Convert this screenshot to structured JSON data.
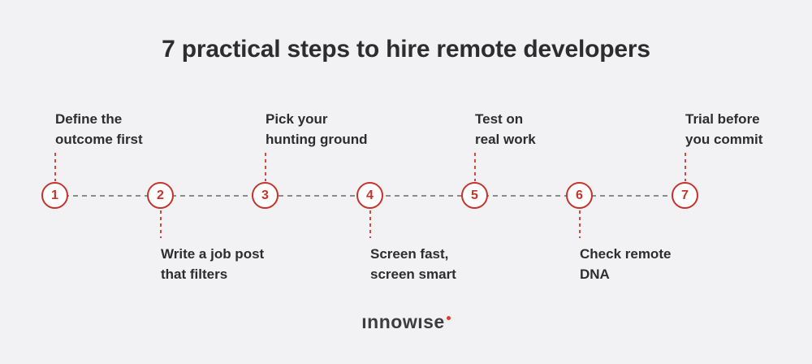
{
  "title": "7 practical steps to hire remote developers",
  "timeline": {
    "steps": [
      {
        "number": "1",
        "line1": "Define the",
        "line2": "outcome first"
      },
      {
        "number": "2",
        "line1": "Write a job post",
        "line2": "that filters"
      },
      {
        "number": "3",
        "line1": "Pick your",
        "line2": "hunting ground"
      },
      {
        "number": "4",
        "line1": "Screen fast,",
        "line2": "screen smart"
      },
      {
        "number": "5",
        "line1": "Test on",
        "line2": "real work"
      },
      {
        "number": "6",
        "line1": "Check remote",
        "line2": "DNA"
      },
      {
        "number": "7",
        "line1": "Trial before",
        "line2": "you commit"
      }
    ]
  },
  "logo": {
    "text": "ınnowıse"
  },
  "colors": {
    "background": "#f2f2f4",
    "accent_red": "#c4342c",
    "stub_red": "#d2493f",
    "line_gray": "#8b8b8b",
    "text_dark": "#2d2d2f",
    "logo_gray": "#3d3d3f",
    "logo_dot": "#e23b2e"
  }
}
